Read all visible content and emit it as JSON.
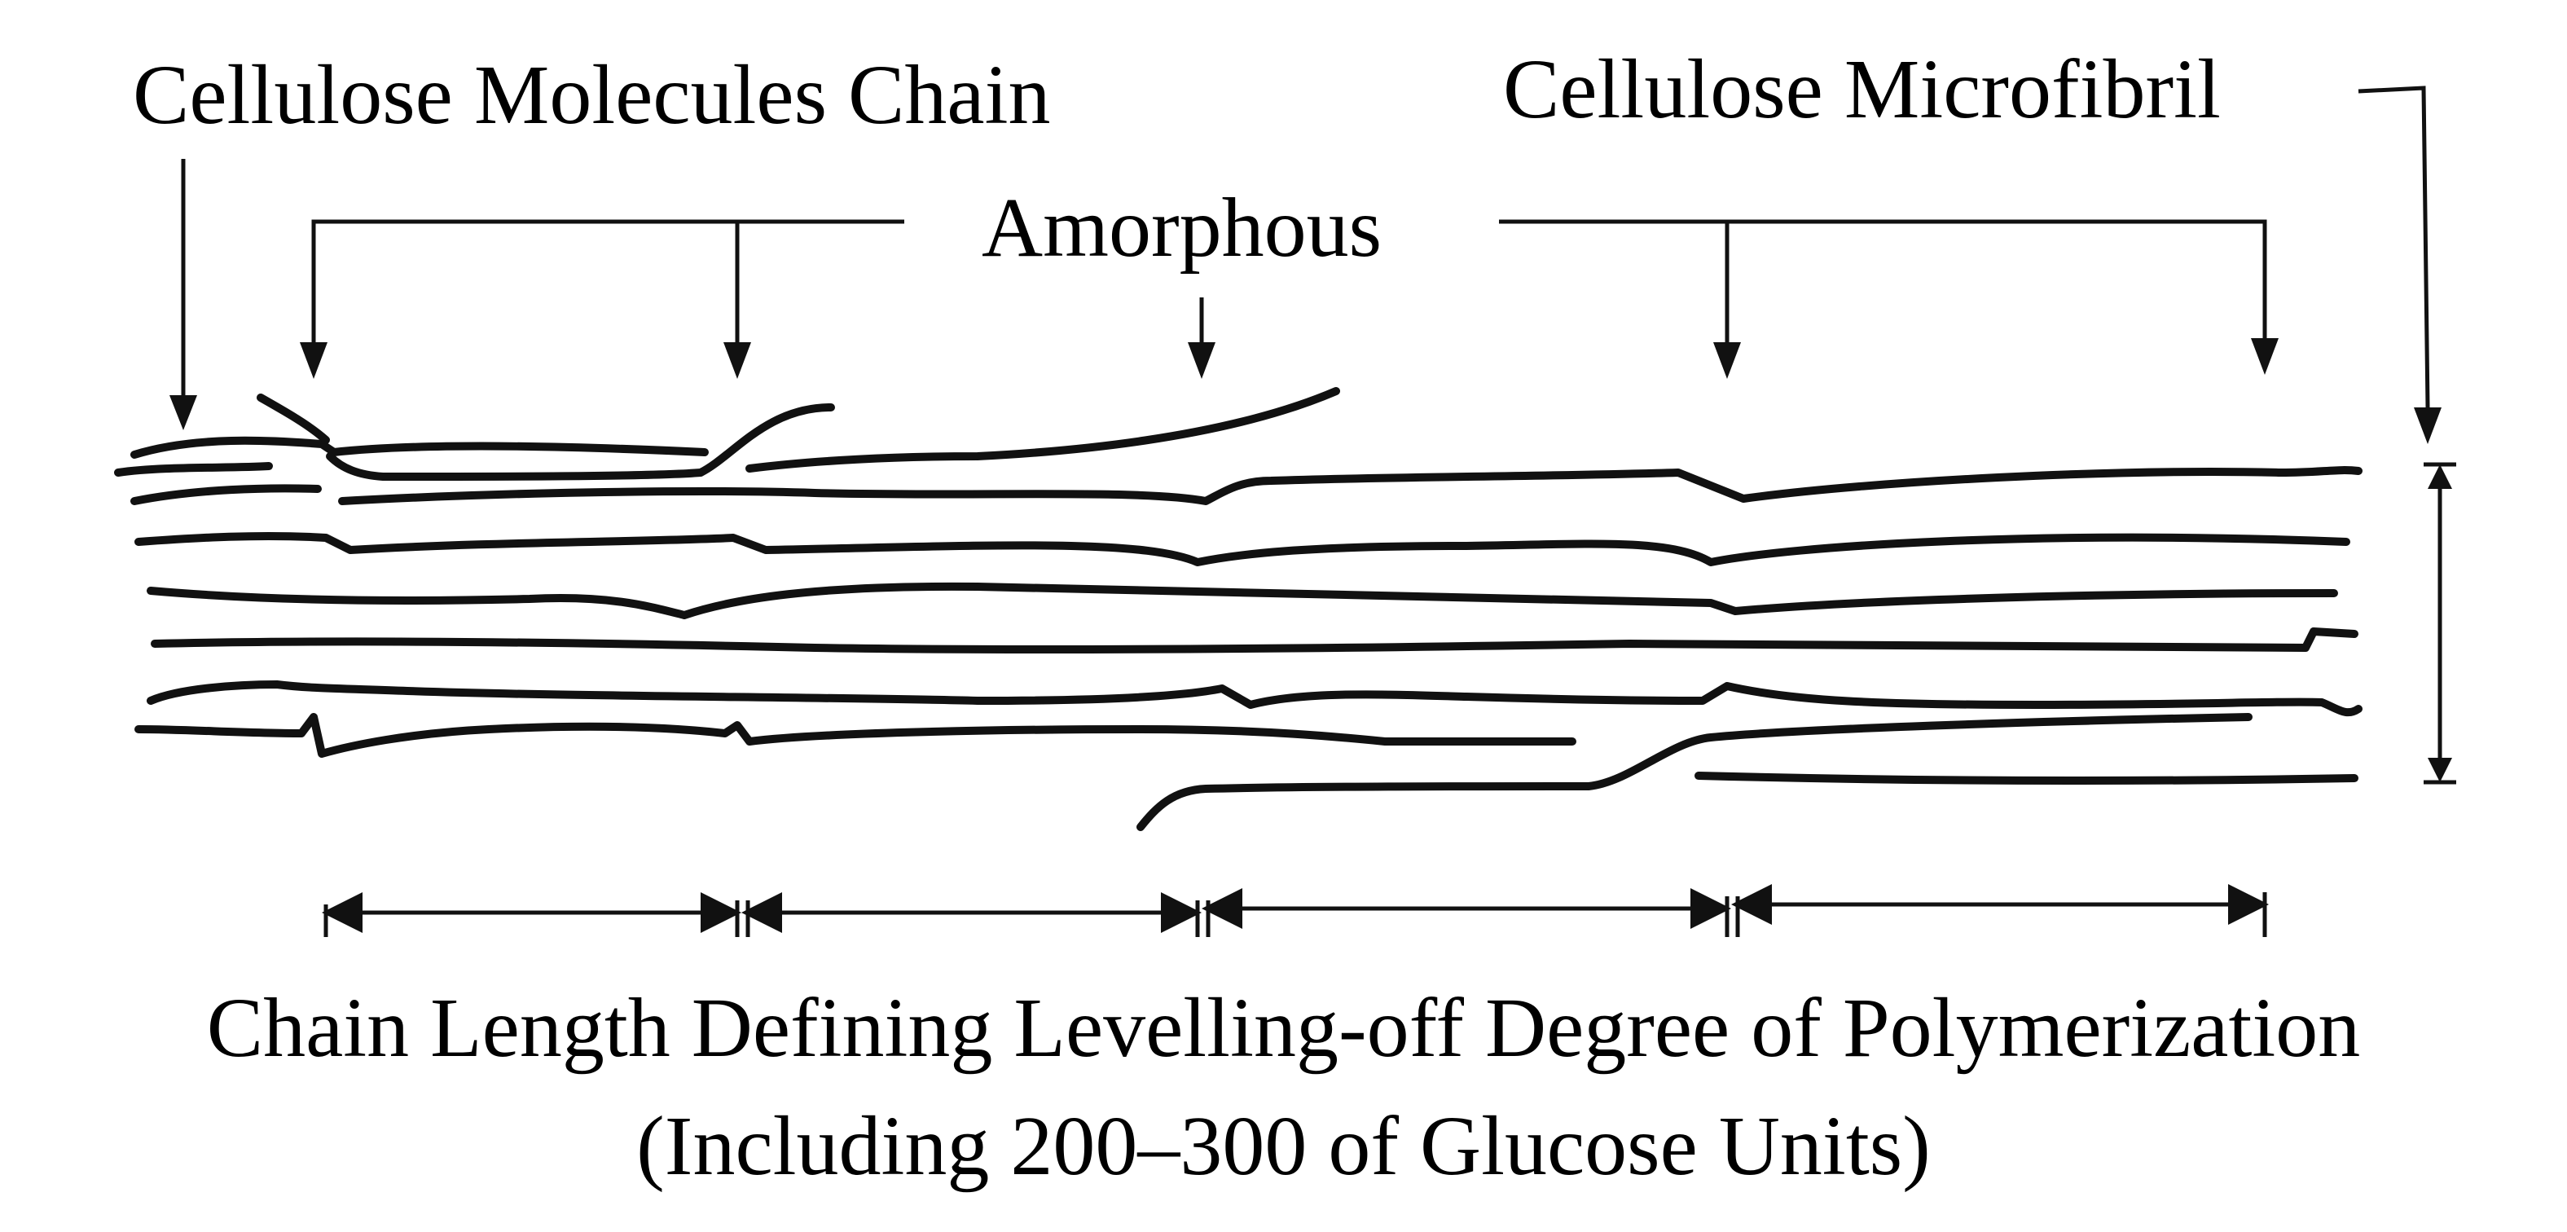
{
  "labels": {
    "molecules_chain": "Cellulose Molecules Chain",
    "microfibril": "Cellulose Microfibril",
    "amorphous": "Amorphous"
  },
  "caption": {
    "line1": "Chain Length Defining Levelling-off Degree of Polymerization",
    "line2": "(Including 200–300 of Glucose Units)"
  },
  "colors": {
    "ink": "#111111",
    "background": "#ffffff"
  }
}
